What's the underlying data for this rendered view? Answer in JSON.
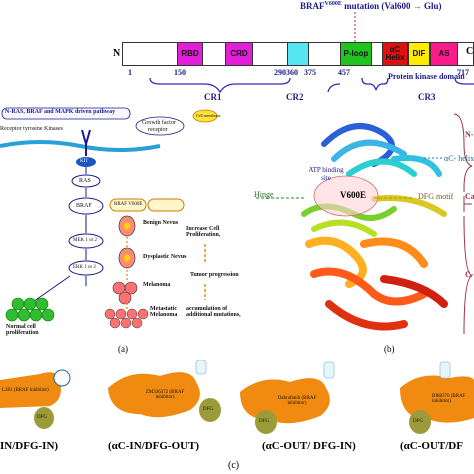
{
  "domain_map": {
    "mutation_label": "BRAF",
    "mutation_sup": "V600E",
    "mutation_rest": "mutation (Val600",
    "mutation_arrow": "→",
    "mutation_glu": "Glu)",
    "n_term": "N",
    "c_term": "C",
    "domains": [
      {
        "name": "RBD",
        "color": "#e21fd6"
      },
      {
        "name": "CRD",
        "color": "#e21fd6"
      },
      {
        "name": "",
        "color": "#55e6f2"
      },
      {
        "name": "P-loop",
        "color": "#1fc41f"
      },
      {
        "name": "αC Helix",
        "color": "#e01010"
      },
      {
        "name": "DIF",
        "color": "#ffeb00"
      },
      {
        "name": "AS",
        "color": "#ff1a8c"
      }
    ],
    "positions": [
      "1",
      "150",
      "290",
      "360",
      "375",
      "457",
      "717"
    ],
    "regions": [
      "CR1",
      "CR2",
      "CR3"
    ],
    "kinase_label": "Protein kinase domain"
  },
  "pathway": {
    "title": "N-RAS, BRAF and MAPK driven pathway",
    "rtk_label": "Receptor tyrosine Kinases",
    "growth_factor": "Growth factor",
    "receptor": "receptor",
    "cell_membrane": "Cell membrane",
    "kit": "KIT",
    "ras": "RAS",
    "braf": "BRAF",
    "braf_v600": "BRAF V600E",
    "mek": "MEK 1 or 2",
    "erk": "ERK 1 or 2",
    "normal": "Normal cell proliferation",
    "stages": [
      "Benign Nevus",
      "Dysplastic Nevus",
      "Melanoma",
      "Metastatic Melanoma"
    ],
    "effects": [
      "Increase Cell Proliferation,",
      "Tumor progression",
      "accumulation of additional mutations,"
    ],
    "panel": "(a)"
  },
  "structure": {
    "labels": {
      "helix": "αC- helix",
      "atp": "ATP binding site",
      "hinge": "Hinge",
      "v600e": "V600E",
      "dfg": "DFG motif",
      "nlobe": "N-l",
      "cata": "Cata",
      "clobe": "C-l"
    },
    "panel": "(b)"
  },
  "conformations": {
    "items": [
      {
        "drug": "L281 (BRAF inhibitor)",
        "state": "IN/DFG-IN)"
      },
      {
        "drug": "ZM336372 (BRAF inhibitor)",
        "state": "(αC-IN/DFG-OUT)"
      },
      {
        "drug": "Dabrafenib (BRAF inhibitor)",
        "state": "(αC-OUT/ DFG-IN)"
      },
      {
        "drug": "BI88370 (BRAF inhibitor)",
        "state": "(αC-OUT/DF"
      }
    ],
    "dfg": "DFG",
    "panel": "(c)"
  }
}
